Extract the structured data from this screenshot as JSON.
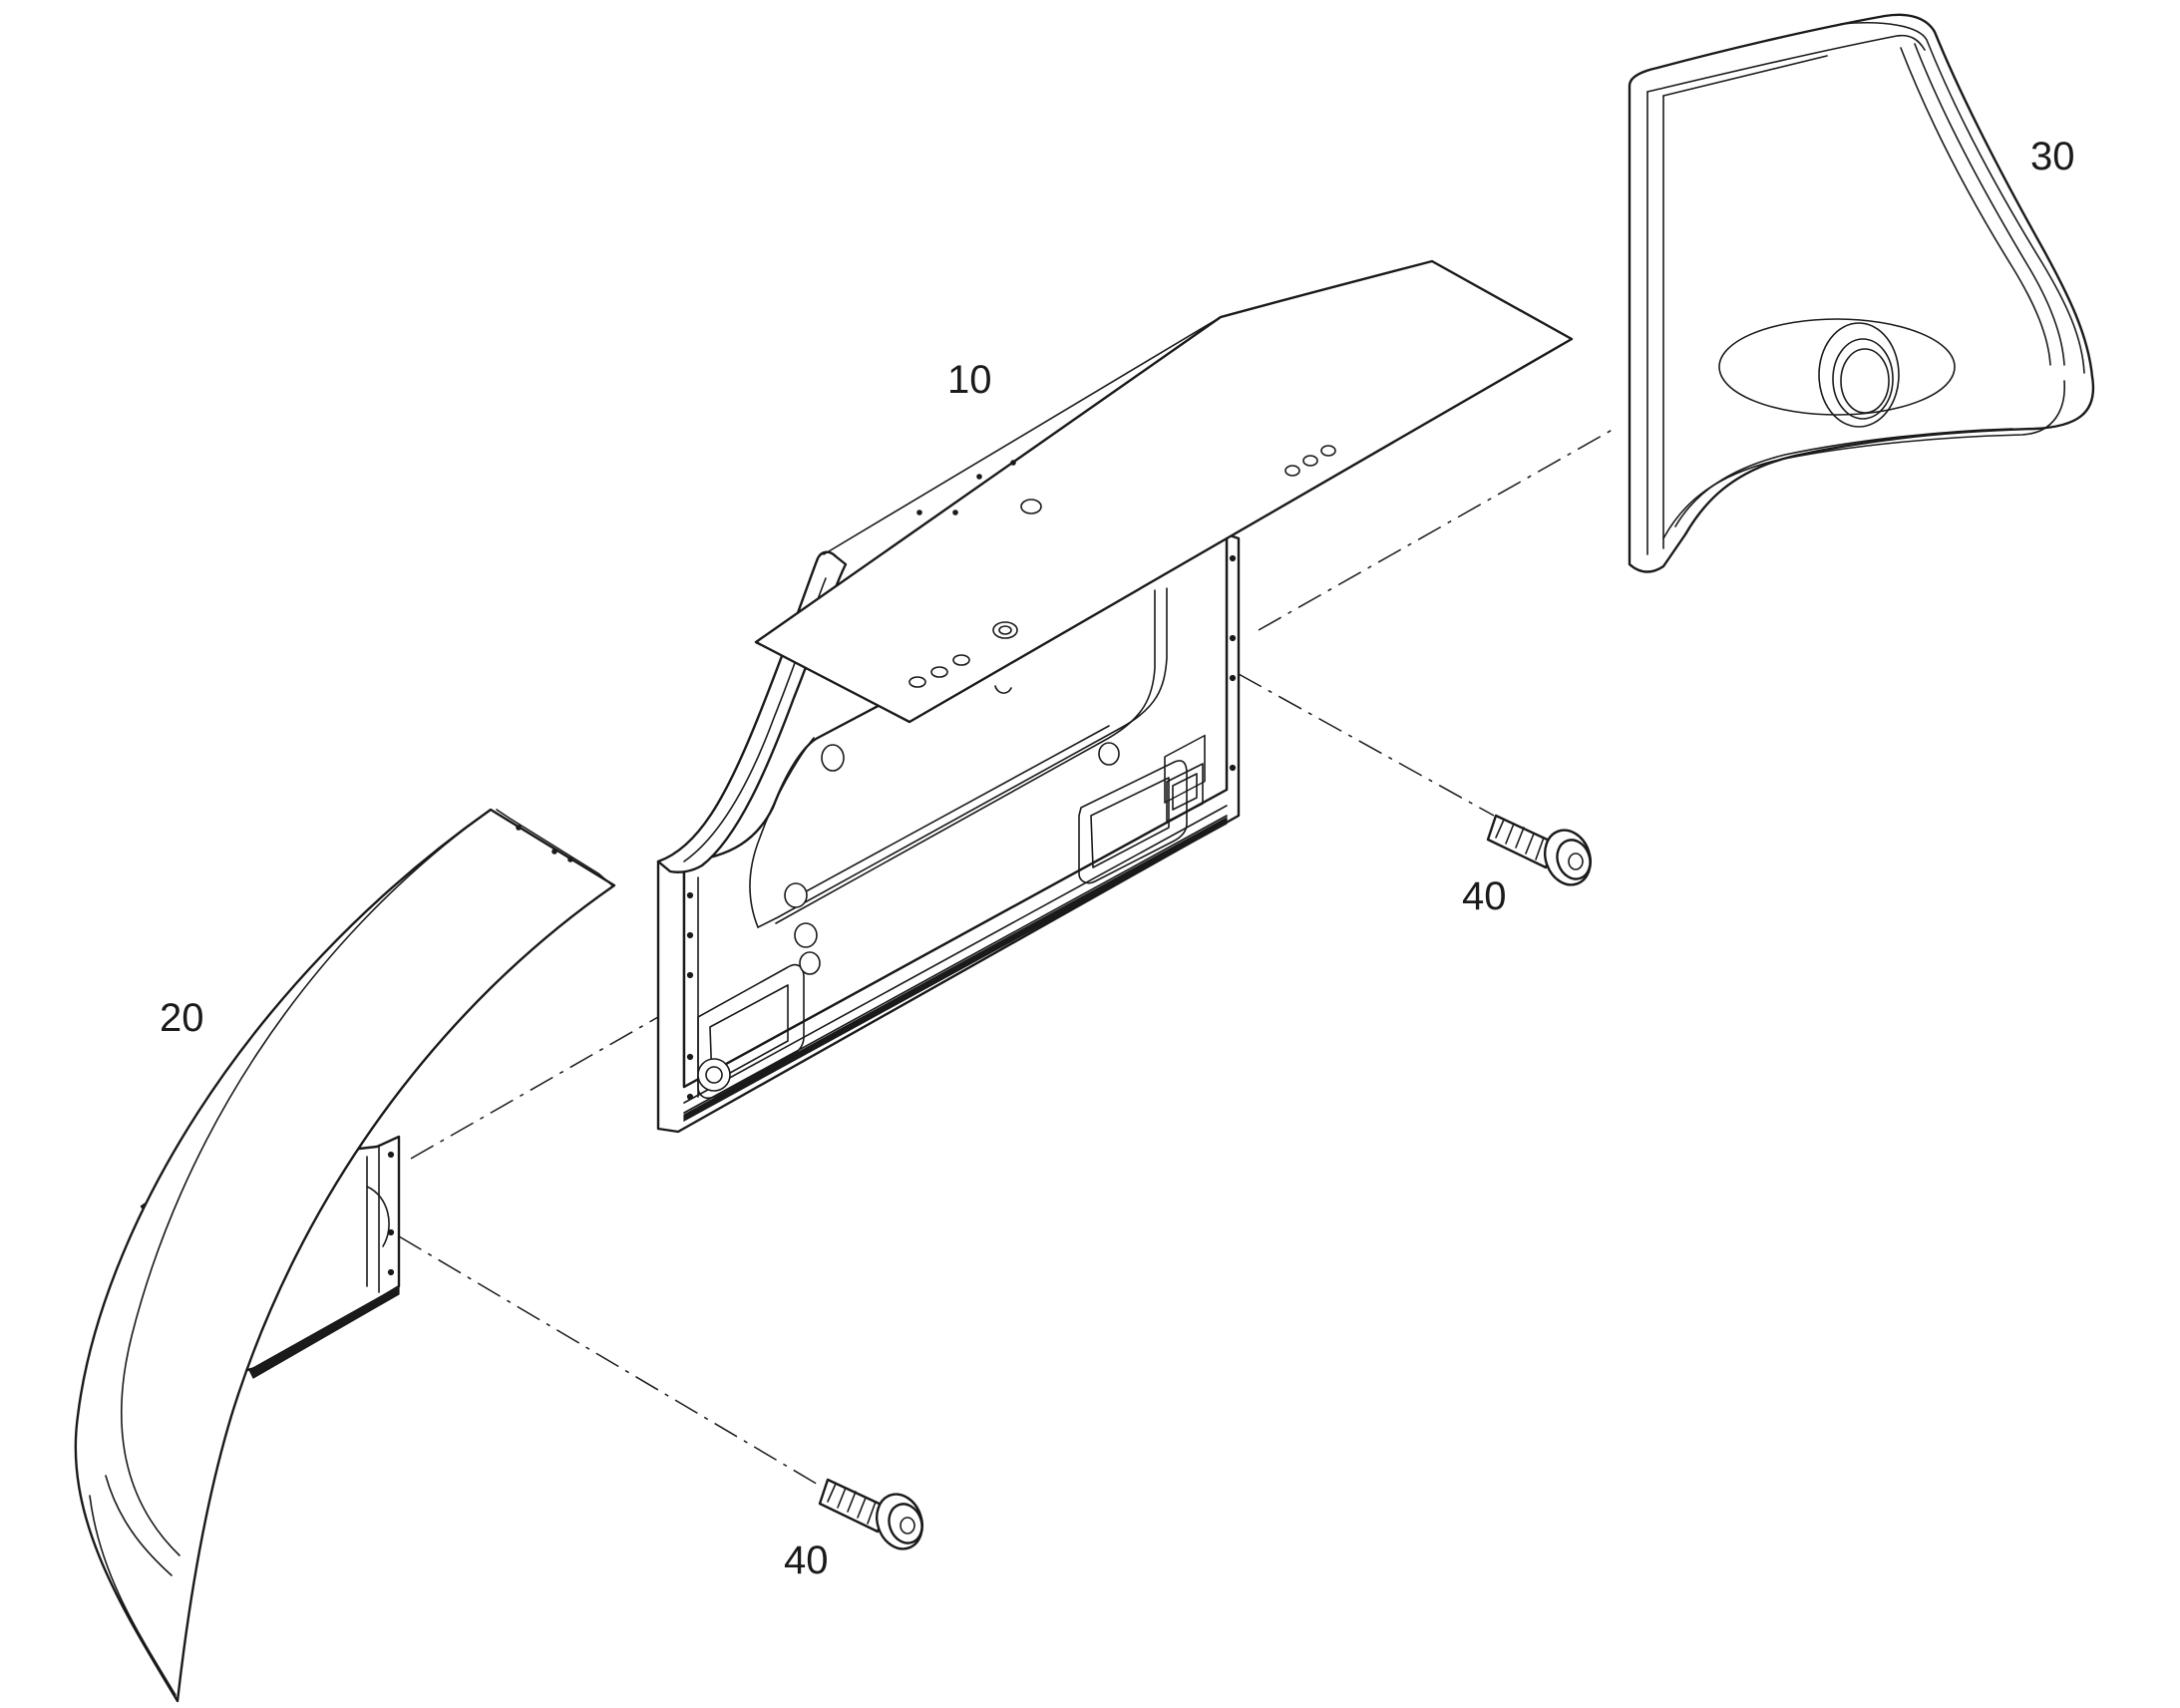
{
  "diagram": {
    "callouts": {
      "part_10": "10",
      "part_20": "20",
      "part_30": "30",
      "part_40_upper": "40",
      "part_40_lower": "40"
    },
    "line_color": "#1a1a1a",
    "background": "#ffffff"
  }
}
